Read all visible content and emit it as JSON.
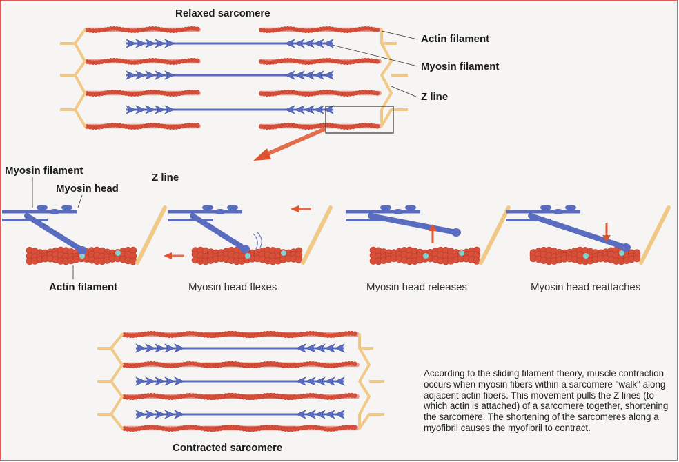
{
  "titles": {
    "relaxed": "Relaxed sarcomere",
    "contracted": "Contracted sarcomere"
  },
  "labels": {
    "actin_filament": "Actin filament",
    "myosin_filament": "Myosin filament",
    "z_line": "Z line",
    "myosin_head": "Myosin head"
  },
  "steps": [
    "Myosin head flexes",
    "Myosin head releases",
    "Myosin head reattaches"
  ],
  "description": "According to the sliding filament theory, muscle contraction occurs when myosin fibers within a sarcomere \"walk\" along adjacent actin fibers. This movement pulls the Z lines (to which actin is attached) of a sarcomere together, shortening the sarcomere. The shortening of the sarcomeres along a myofibril causes the myofibril to contract.",
  "colors": {
    "actin": "#d9503a",
    "myosin": "#5a6cc0",
    "z_line": "#f0c987",
    "arrow": "#e0552f",
    "binding_site": "#7fd4d0"
  }
}
